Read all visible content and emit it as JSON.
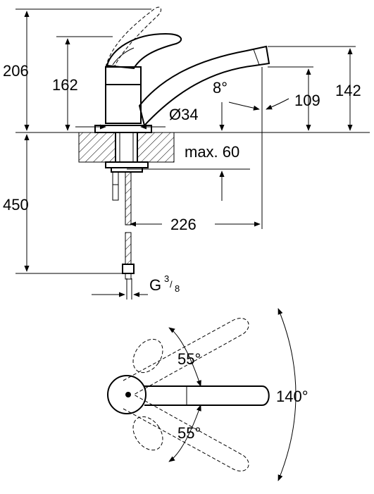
{
  "labels": {
    "h206": "206",
    "h162": "162",
    "h450": "450",
    "angle8": "8°",
    "h109": "109",
    "h142": "142",
    "dia34": "Ø34",
    "max60": "max. 60",
    "len226": "226",
    "thread_g": "G",
    "thread_num": "3",
    "thread_den": "8",
    "angle55_top": "55°",
    "angle55_bottom": "55°",
    "angle140": "140°"
  }
}
